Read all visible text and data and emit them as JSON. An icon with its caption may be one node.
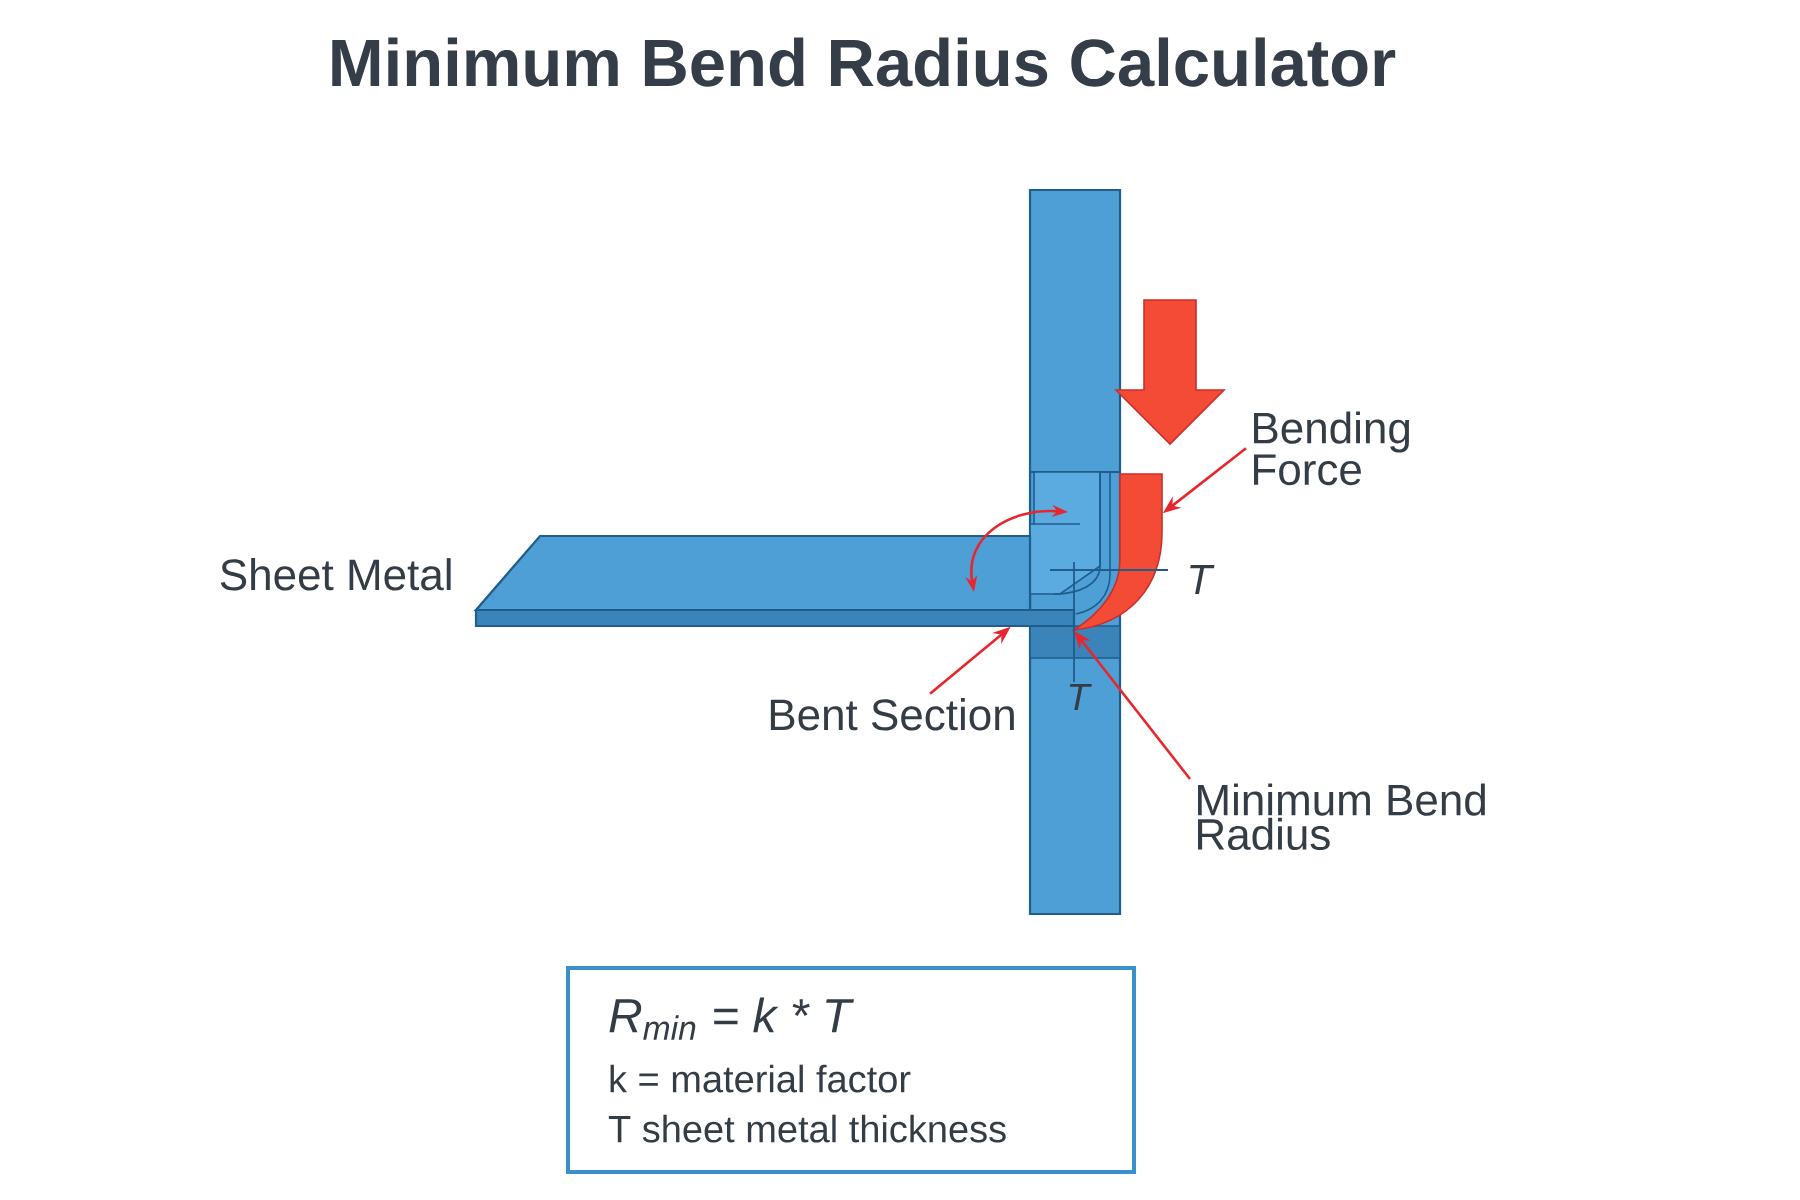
{
  "diagram": {
    "title": "Minimum Bend Radius Calculator",
    "nodes": [
      {
        "text": [
          "Bending Force"
        ]
      },
      {
        "text": [],
        "shape": "picture"
      },
      {
        "text": [],
        "shape": "bar",
        "beside": [
          "Sheet Metal"
        ]
      },
      {
        "text": [
          "Bent Section"
        ]
      },
      {
        "text": [
          "Minimum Bend Radius"
        ]
      },
      {
        "text": [
          "R$_{min}$ = k * T",
          "k = material factor",
          "T sheet metal thickness"
        ]
      }
    ],
    "edges": [
      {
        "from": 0,
        "to": 1,
        "arrow": "to"
      },
      {
        "from": 3,
        "to": 2,
        "arrow": "to"
      },
      {
        "from": 4,
        "to": 1,
        "arrow": "to"
      }
    ],
    "labels": [
      "T",
      "T"
    ]
  }
}
